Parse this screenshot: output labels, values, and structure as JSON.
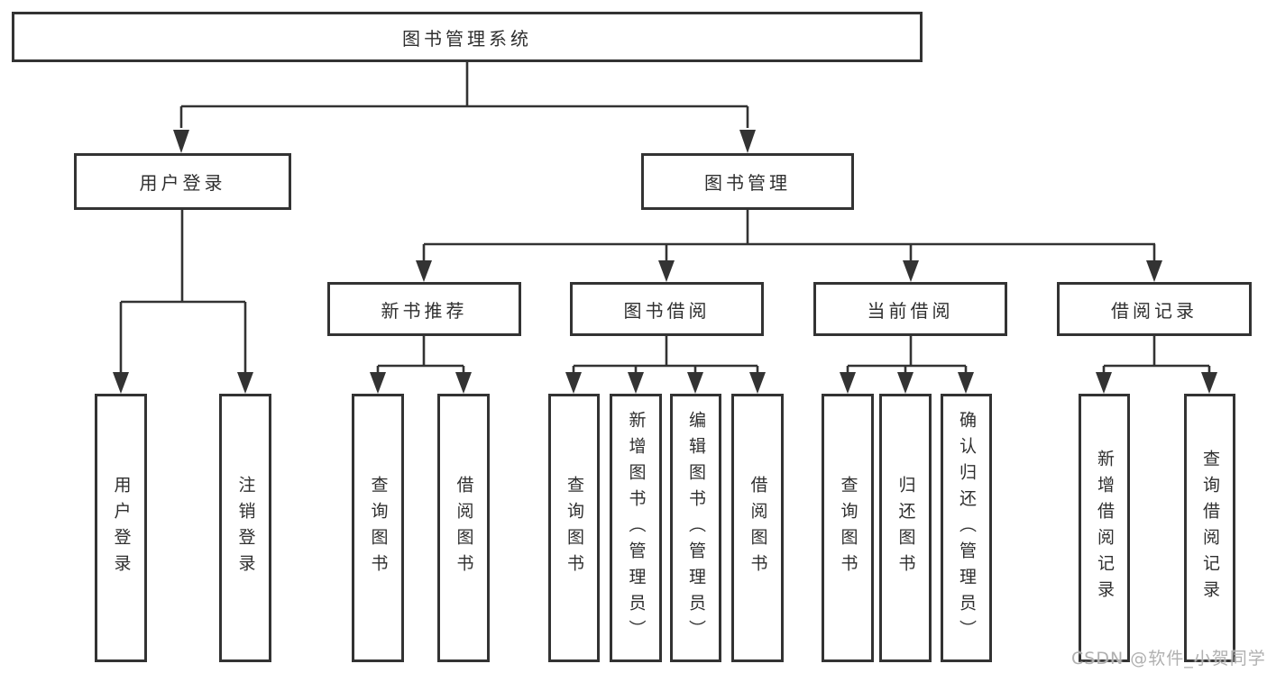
{
  "diagram": {
    "root": {
      "label": "图书管理系统"
    },
    "level2": {
      "user_login": {
        "label": "用户登录"
      },
      "book_mgmt": {
        "label": "图书管理"
      }
    },
    "level3": {
      "new_book": {
        "label": "新书推荐"
      },
      "borrow": {
        "label": "图书借阅"
      },
      "current": {
        "label": "当前借阅"
      },
      "records": {
        "label": "借阅记录"
      }
    },
    "leaves": {
      "user_login_1": {
        "label": "用户登录"
      },
      "user_login_2": {
        "label": "注销登录"
      },
      "new_book_1": {
        "label": "查询图书"
      },
      "new_book_2": {
        "label": "借阅图书"
      },
      "borrow_1": {
        "label": "查询图书"
      },
      "borrow_2": {
        "label": "新增图书（管理员）"
      },
      "borrow_3": {
        "label": "编辑图书（管理员）"
      },
      "borrow_4": {
        "label": "借阅图书"
      },
      "current_1": {
        "label": "查询图书"
      },
      "current_2": {
        "label": "归还图书"
      },
      "current_3": {
        "label": "确认归还（管理员）"
      },
      "records_1": {
        "label": "新增借阅记录"
      },
      "records_2": {
        "label": "查询借阅记录"
      }
    },
    "watermark": "CSDN @软件_小贺同学",
    "colors": {
      "line": "#333333",
      "text": "#2f2f2f",
      "watermark": "#b0b0b0",
      "background": "#ffffff"
    }
  }
}
